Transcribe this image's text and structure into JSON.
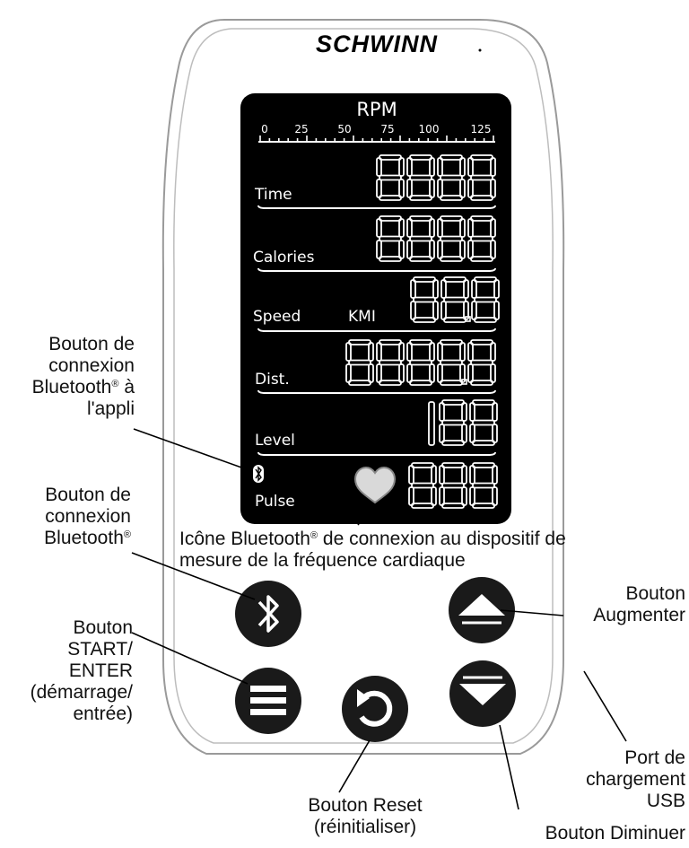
{
  "brand": "SCHWINN",
  "console": {
    "rpm_title": "RPM",
    "rpm_ticks": [
      "0",
      "25",
      "50",
      "75",
      "100",
      "125"
    ],
    "rows": [
      {
        "label": "Time",
        "unit": "",
        "digits": "8888"
      },
      {
        "label": "Calories",
        "unit": "",
        "digits": "8888"
      },
      {
        "label": "Speed",
        "unit": "KMI",
        "digits": "88.8"
      },
      {
        "label": "Dist.",
        "unit": "",
        "digits": "8888.8"
      },
      {
        "label": "Level",
        "unit": "",
        "digits": "188"
      },
      {
        "label": "Pulse",
        "unit": "",
        "digits": "888"
      }
    ]
  },
  "callouts": {
    "app_bt": [
      "Bouton de",
      "connexion",
      "Bluetooth® à",
      "l'appli"
    ],
    "bt_button": [
      "Bouton de",
      "connexion",
      "Bluetooth®"
    ],
    "hr_icon": [
      "Icône Bluetooth® de connexion au dispositif de",
      "mesure de la fréquence cardiaque"
    ],
    "start_enter": [
      "Bouton",
      "START/",
      "ENTER",
      "(démarrage/",
      "entrée)"
    ],
    "increase": [
      "Bouton",
      "Augmenter"
    ],
    "reset": [
      "Bouton Reset",
      "(réinitialiser)"
    ],
    "usb": [
      "Port de",
      "chargement",
      "USB"
    ],
    "decrease": [
      "Bouton Diminuer"
    ]
  },
  "icons": {
    "bluetooth_button": "bluetooth-icon",
    "menu_button": "menu-icon",
    "reset_button": "reset-icon",
    "up_button": "chevron-up-icon",
    "down_button": "chevron-down-icon",
    "heart": "heart-icon"
  },
  "colors": {
    "outline": "#9a9a9a",
    "screen": "#000000",
    "segments": "#ffffff",
    "buttons": "#1a1a1a"
  }
}
